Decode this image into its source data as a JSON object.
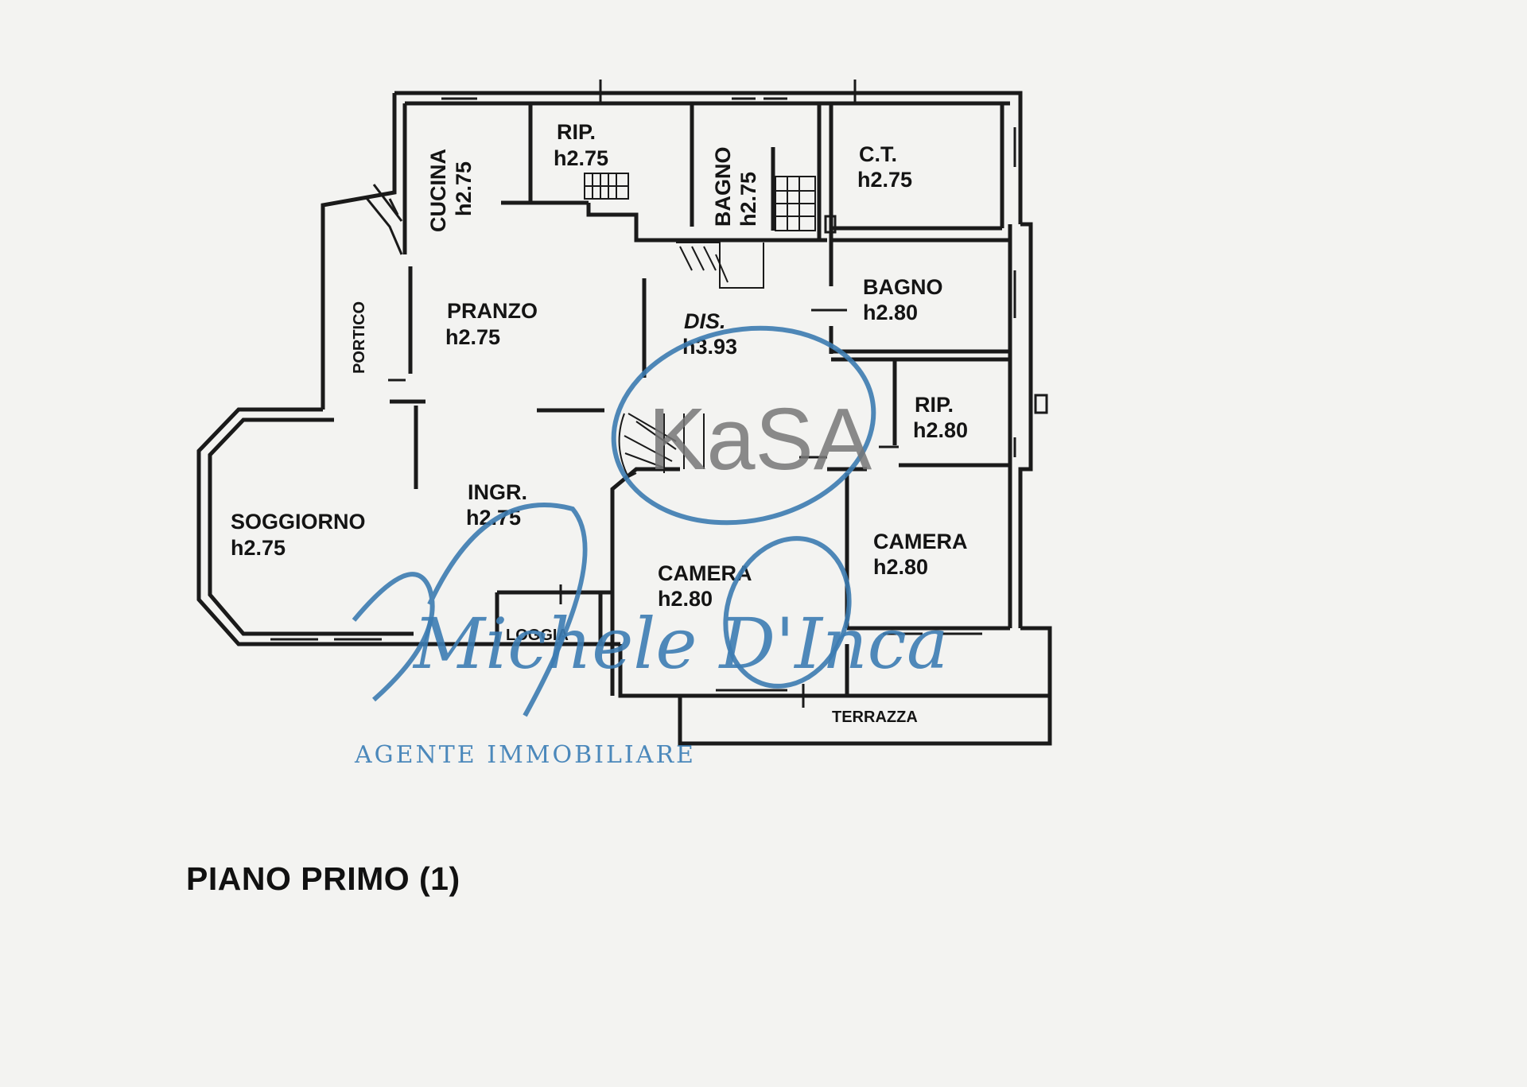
{
  "rooms": {
    "cucina": {
      "name": "CUCINA",
      "height": "h2.75"
    },
    "rip1": {
      "name": "RIP.",
      "height": "h2.75"
    },
    "bagno1": {
      "name": "BAGNO",
      "height": "h2.75"
    },
    "ct": {
      "name": "C.T.",
      "height": "h2.75"
    },
    "portico": {
      "name": "PORTICO"
    },
    "pranzo": {
      "name": "PRANZO",
      "height": "h2.75"
    },
    "dis": {
      "name": "DIS.",
      "height": "h3.93"
    },
    "bagno2": {
      "name": "BAGNO",
      "height": "h2.80"
    },
    "rip2": {
      "name": "RIP.",
      "height": "h2.80"
    },
    "ingr": {
      "name": "INGR.",
      "height": "h2.75"
    },
    "soggiorno": {
      "name": "SOGGIORNO",
      "height": "h2.75"
    },
    "camera1": {
      "name": "CAMERA",
      "height": "h2.80"
    },
    "camera2": {
      "name": "CAMERA",
      "height": "h2.80"
    },
    "loggia": {
      "name": "LOGGIA"
    },
    "terrazza": {
      "name": "TERRAZZA"
    }
  },
  "floor_title": "PIANO PRIMO (1)",
  "watermark": {
    "logo_text": "KaSA",
    "script_name": "Michele D'Inca",
    "tagline": "AGENTE IMMOBILIARE",
    "color": "#3c7bb0"
  }
}
